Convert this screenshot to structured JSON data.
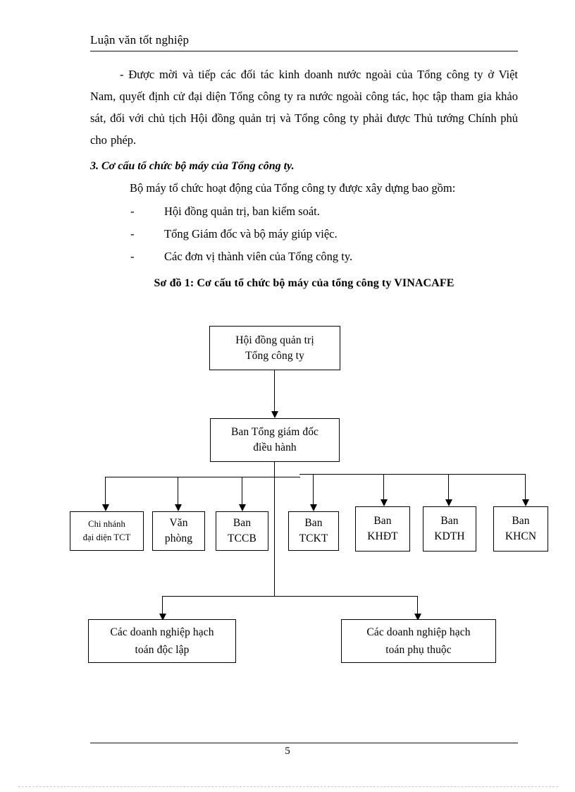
{
  "header": {
    "title": "Luận văn tốt nghiệp"
  },
  "body": {
    "paragraph_1": "- Được mời và tiếp các đối tác kinh doanh nước ngoài của Tổng công ty ở Việt Nam, quyết định cử đại diện Tổng công ty ra nước ngoài công tác, học tập tham gia khảo sát, đối với chủ tịch Hội đồng quản trị và Tổng công ty phải được Thủ tướng Chính phủ cho phép.",
    "section_heading": "3. Cơ cấu tổ chức bộ máy của Tổng công ty.",
    "lead_paragraph": "Bộ máy tổ chức hoạt động của Tổng công ty được xây dựng bao gồm:",
    "bullet_marker": "-",
    "bullets": [
      "Hội đồng quản trị, ban kiểm soát.",
      "Tổng Giám đốc và bộ máy giúp việc.",
      "Các đơn vị thành viên của Tổng công ty."
    ],
    "figure_caption": "Sơ đồ 1: Cơ cấu tổ chức bộ máy của tổng công ty VINACAFE"
  },
  "chart_data": {
    "type": "diagram",
    "title": "Sơ đồ 1: Cơ cấu tổ chức bộ máy của tổng công ty VINACAFE",
    "nodes": {
      "board": "Hội đồng quản trị\nTổng công ty",
      "board_line1": "Hội đồng quản trị",
      "board_line2": "Tổng công ty",
      "executive": "Ban Tổng giám đốc\nđiều hành",
      "executive_line1": "Ban Tổng giám đốc",
      "executive_line2": "điều hành",
      "departments": [
        {
          "line1": "Chi nhánh",
          "line2": "đại diện TCT"
        },
        {
          "line1": "Văn",
          "line2": "phòng"
        },
        {
          "line1": "Ban",
          "line2": "TCCB"
        },
        {
          "line1": "Ban",
          "line2": "TCKT"
        },
        {
          "line1": "Ban",
          "line2": "KHĐT"
        },
        {
          "line1": "Ban",
          "line2": "KDTH"
        },
        {
          "line1": "Ban",
          "line2": "KHCN"
        }
      ],
      "enterprises": [
        {
          "line1": "Các doanh nghiệp hạch",
          "line2": "toán độc lập"
        },
        {
          "line1": "Các doanh nghiệp hạch",
          "line2": "toán phụ thuộc"
        }
      ]
    },
    "edges": [
      {
        "from": "board",
        "to": "executive"
      },
      {
        "from": "executive",
        "to": "departments"
      },
      {
        "from": "executive",
        "to": "enterprises"
      }
    ]
  },
  "footer": {
    "page_number": "5"
  }
}
